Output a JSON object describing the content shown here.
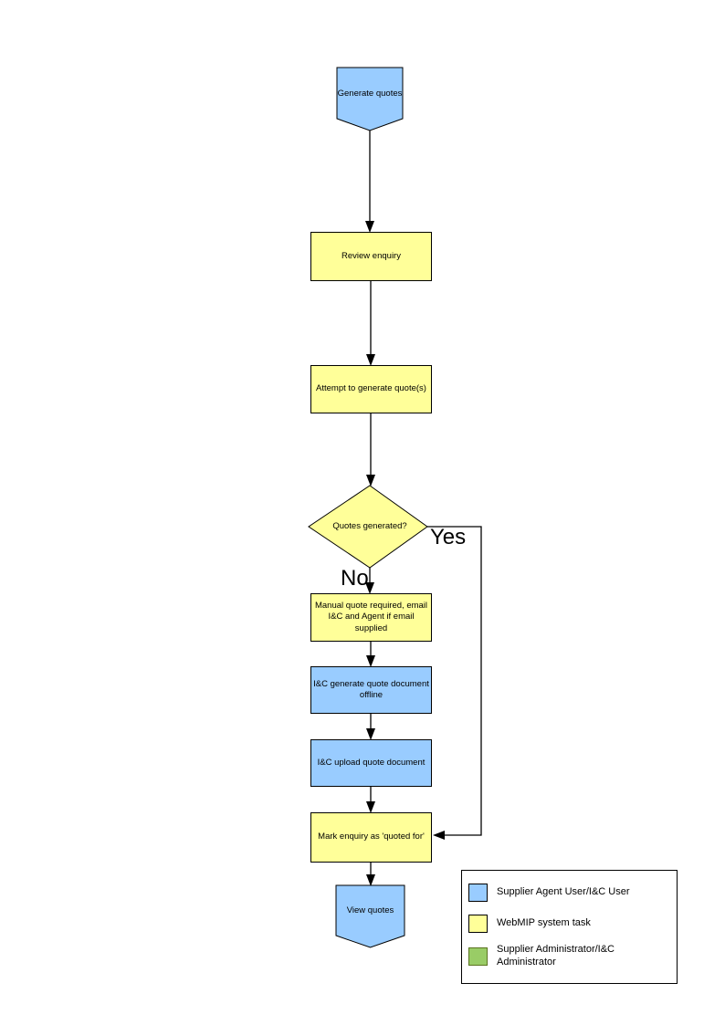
{
  "diagram": {
    "nodes": [
      {
        "id": "generate-quotes",
        "type": "pentagon-down",
        "label": "Generate quotes",
        "fill": "#99CCFF"
      },
      {
        "id": "review-enquiry",
        "type": "process",
        "label": "Review enquiry",
        "fill": "#FFFF99"
      },
      {
        "id": "attempt-generate",
        "type": "process",
        "label": "Attempt to generate quote(s)",
        "fill": "#FFFF99"
      },
      {
        "id": "quotes-generated",
        "type": "decision",
        "label": "Quotes generated?",
        "fill": "#FFFF99"
      },
      {
        "id": "manual-quote",
        "type": "process",
        "label": "Manual quote required, email I&C and Agent if email supplied",
        "fill": "#FFFF99"
      },
      {
        "id": "ic-generate",
        "type": "process",
        "label": "I&C generate quote document offline",
        "fill": "#99CCFF"
      },
      {
        "id": "ic-upload",
        "type": "process",
        "label": "I&C upload quote document",
        "fill": "#99CCFF"
      },
      {
        "id": "mark-enquiry",
        "type": "process",
        "label": "Mark enquiry as 'quoted for'",
        "fill": "#FFFF99"
      },
      {
        "id": "view-quotes",
        "type": "pentagon-down",
        "label": "View quotes",
        "fill": "#99CCFF"
      }
    ],
    "edge_labels": {
      "yes": "Yes",
      "no": "No"
    },
    "legend": {
      "items": [
        {
          "id": "supplier-agent",
          "color": "#99CCFF",
          "label": "Supplier Agent User/I&C User"
        },
        {
          "id": "webmip-task",
          "color": "#FFFF99",
          "label": "WebMIP system task"
        },
        {
          "id": "supplier-admin",
          "color": "#99CC66",
          "label": "Supplier Administrator/I&C Administrator"
        }
      ]
    },
    "colors": {
      "actor_blue": "#99CCFF",
      "system_yellow": "#FFFF99",
      "admin_green": "#99CC66",
      "line": "#000000"
    }
  }
}
